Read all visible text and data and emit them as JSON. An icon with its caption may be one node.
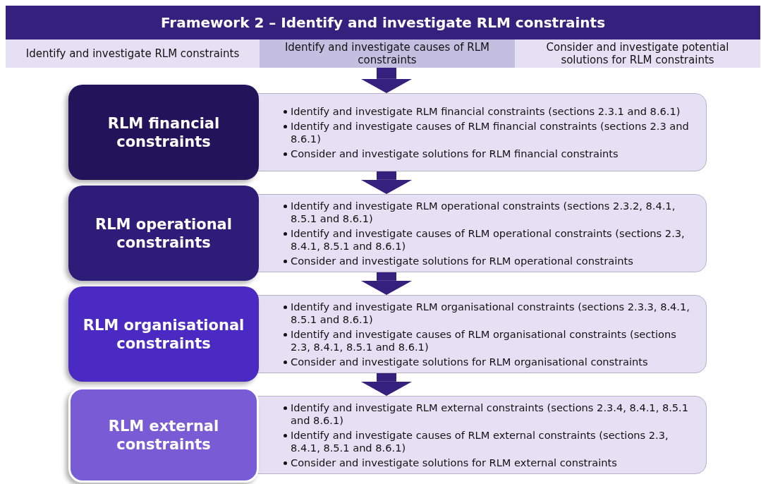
{
  "diagram": {
    "title": "Framework 2 – Identify and investigate RLM constraints",
    "nodes": [
      {
        "text": [
          "Identify and investigate RLM constraints"
        ]
      },
      {
        "text": [
          "Identify and investigate causes of RLM constraints"
        ]
      },
      {
        "text": [
          "Consider and investigate potential solutions for RLM constraints"
        ]
      },
      {
        "text": [
          "RLM financial constraints"
        ]
      },
      {
        "text": [
          "Identify and investigate RLM financial constraints (sections 2.3.1 and 8.6.1)",
          "Identify and investigate causes of RLM financial constraints (sections 2.3 and 8.6.1)",
          "Consider and investigate solutions for RLM financial constraints"
        ]
      },
      {
        "text": [
          "RLM operational constraints"
        ]
      },
      {
        "text": [
          "Identify and investigate RLM operational constraints (sections 2.3.2, 8.4.1, 8.5.1 and 8.6.1)",
          "Identify and investigate causes of RLM operational constraints (sections 2.3, 8.4.1, 8.5.1 and 8.6.1)",
          "Consider and investigate solutions for RLM operational constraints"
        ]
      },
      {
        "text": [
          "RLM organisational constraints"
        ]
      },
      {
        "text": [
          "Identify and investigate RLM organisational constraints (sections 2.3.3, 8.4.1, 8.5.1 and 8.6.1)",
          "Identify and investigate causes of RLM organisational constraints (sections 2.3, 8.4.1, 8.5.1 and 8.6.1)",
          "Consider and investigate solutions for RLM organisational constraints"
        ]
      },
      {
        "text": [
          "RLM external constraints"
        ]
      },
      {
        "text": [
          "Identify and investigate RLM external constraints (sections 2.3.4, 8.4.1, 8.5.1 and 8.6.1)",
          "Identify and investigate causes of RLM external constraints (sections 2.3, 8.4.1, 8.5.1 and 8.6.1)",
          "Consider and investigate solutions for RLM external constraints"
        ]
      }
    ],
    "edges": [
      {
        "from": 1,
        "to": 4,
        "arrow": "to"
      },
      {
        "from": 4,
        "to": 6,
        "arrow": "to"
      },
      {
        "from": 6,
        "to": 8,
        "arrow": "to"
      },
      {
        "from": 8,
        "to": 10,
        "arrow": "to"
      }
    ]
  }
}
